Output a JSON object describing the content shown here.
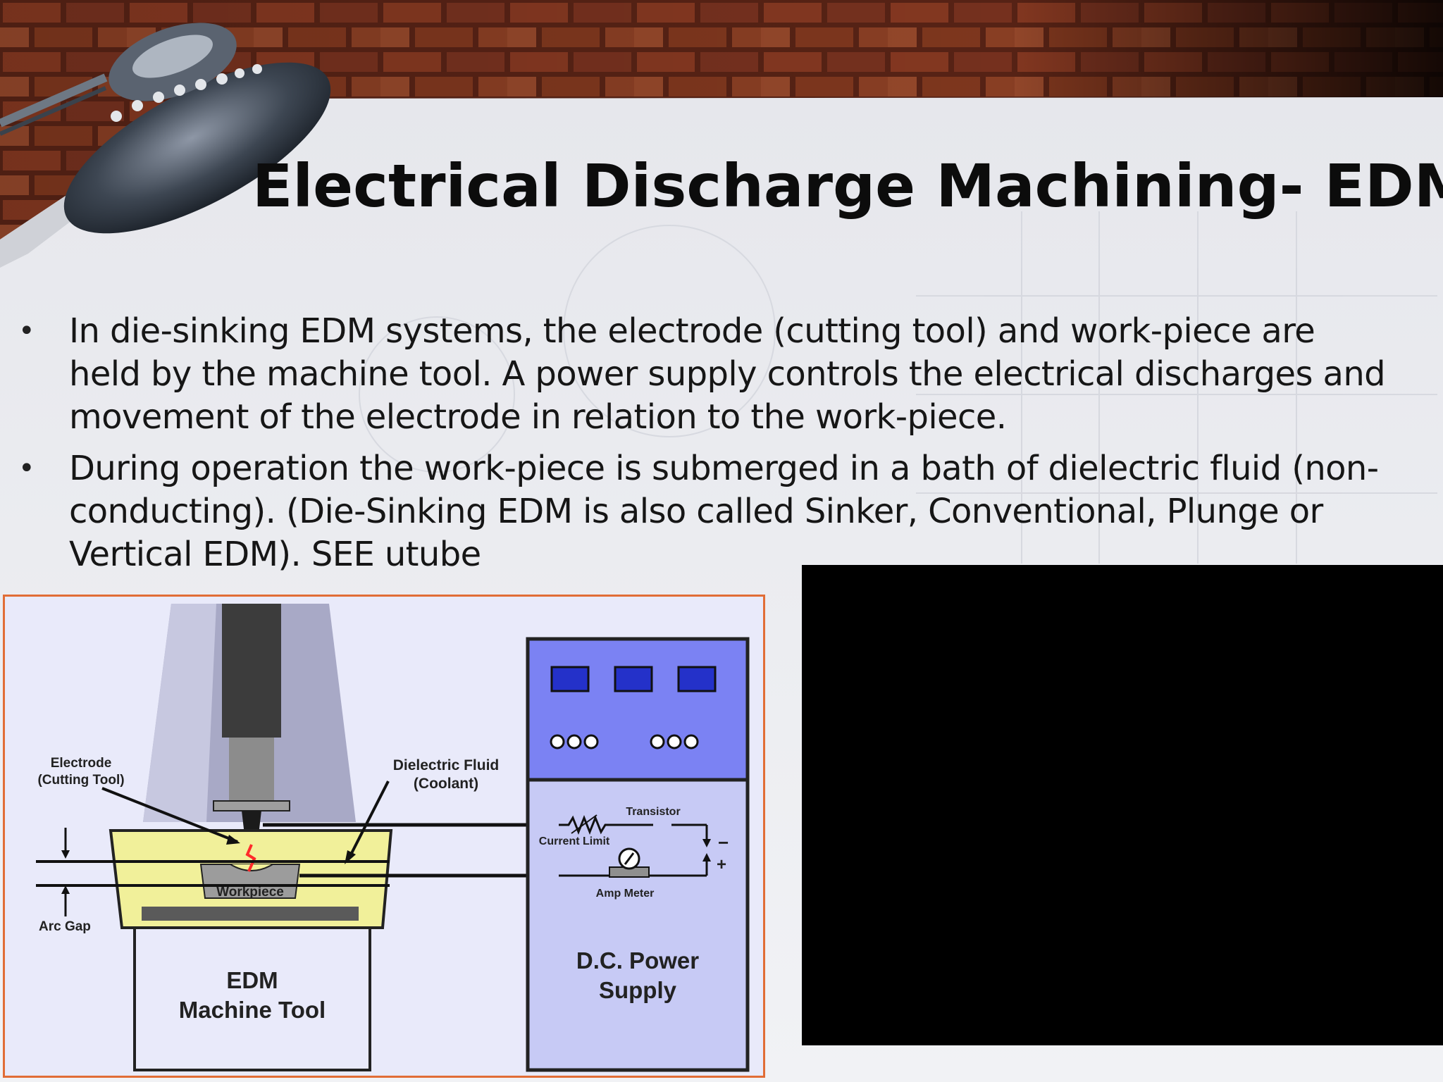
{
  "slide": {
    "title": "Electrical Discharge Machining- EDM",
    "bullets": [
      "In die-sinking EDM systems, the electrode (cutting tool) and work-piece are held by the machine tool. A power supply controls the electrical discharges and movement of the electrode in relation to the work-piece.",
      "During operation the work-piece is submerged in a bath of dielectric fluid (non-conducting). (Die-Sinking EDM is also called Sinker, Conventional, Plunge or Vertical EDM). SEE utube"
    ],
    "bullet_symbol": "•"
  },
  "diagram": {
    "electrode_label_1": "Electrode",
    "electrode_label_2": "(Cutting Tool)",
    "dielectric_label_1": "Dielectric Fluid",
    "dielectric_label_2": "(Coolant)",
    "transistor_label": "Transistor",
    "current_limit_label": "Current Limit",
    "amp_meter_label": "Amp Meter",
    "workpiece_label": "Workpiece",
    "arc_gap_label": "Arc Gap",
    "machine_label_1": "EDM",
    "machine_label_2": "Machine Tool",
    "power_label_1": "D.C. Power",
    "power_label_2": "Supply",
    "minus_sign": "−",
    "plus_sign": "+"
  },
  "colors": {
    "title_text": "#0c0c0c",
    "diagram_border": "#e16d36",
    "power_supply_top": "#7b82f3",
    "power_supply_bottom": "#c7caf5",
    "dielectric_fluid": "#f1f09a",
    "video_area": "#000000"
  }
}
